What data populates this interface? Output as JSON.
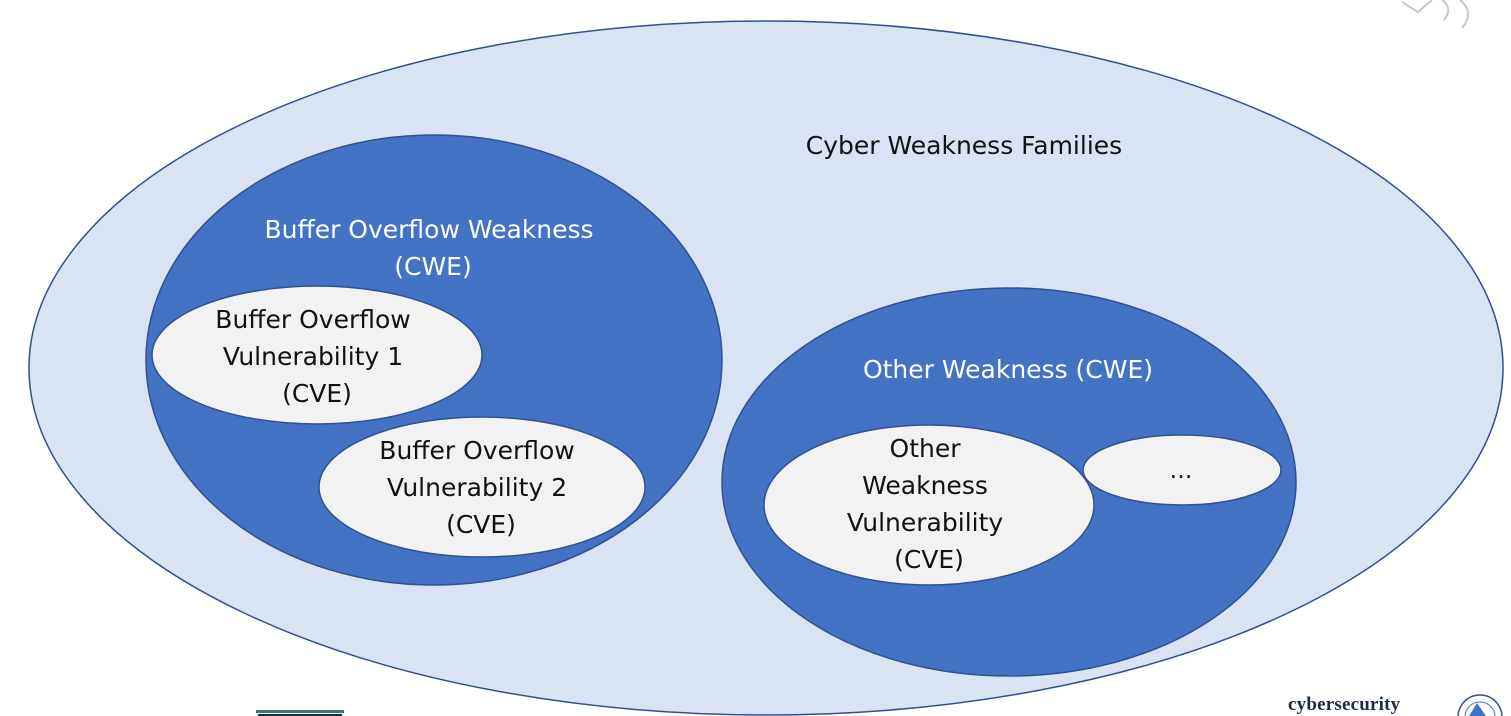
{
  "diagram": {
    "outer": {
      "label": "Cyber Weakness Families"
    },
    "families": [
      {
        "label_lines": [
          "Buffer Overflow Weakness",
          "(CWE)"
        ],
        "vulnerabilities": [
          {
            "lines": [
              "Buffer Overflow",
              "Vulnerability 1",
              "(CVE)"
            ]
          },
          {
            "lines": [
              "Buffer Overflow",
              "Vulnerability 2",
              "(CVE)"
            ]
          }
        ]
      },
      {
        "label_lines": [
          "Other Weakness (CWE)"
        ],
        "vulnerabilities": [
          {
            "lines": [
              "Other",
              "Weakness",
              "Vulnerability",
              "(CVE)"
            ]
          },
          {
            "lines": [
              "…"
            ]
          }
        ]
      }
    ]
  },
  "footer": {
    "brand_text": "cybersecurity"
  },
  "colors": {
    "outer_fill": "#dae3f3",
    "outer_stroke": "#2f528f",
    "family_fill": "#4472c4",
    "family_stroke": "#2f528f",
    "vuln_fill": "#f2f2f2",
    "vuln_stroke": "#2f528f"
  },
  "icons": [
    "speaker-icon",
    "logo-icon",
    "seal-icon"
  ]
}
